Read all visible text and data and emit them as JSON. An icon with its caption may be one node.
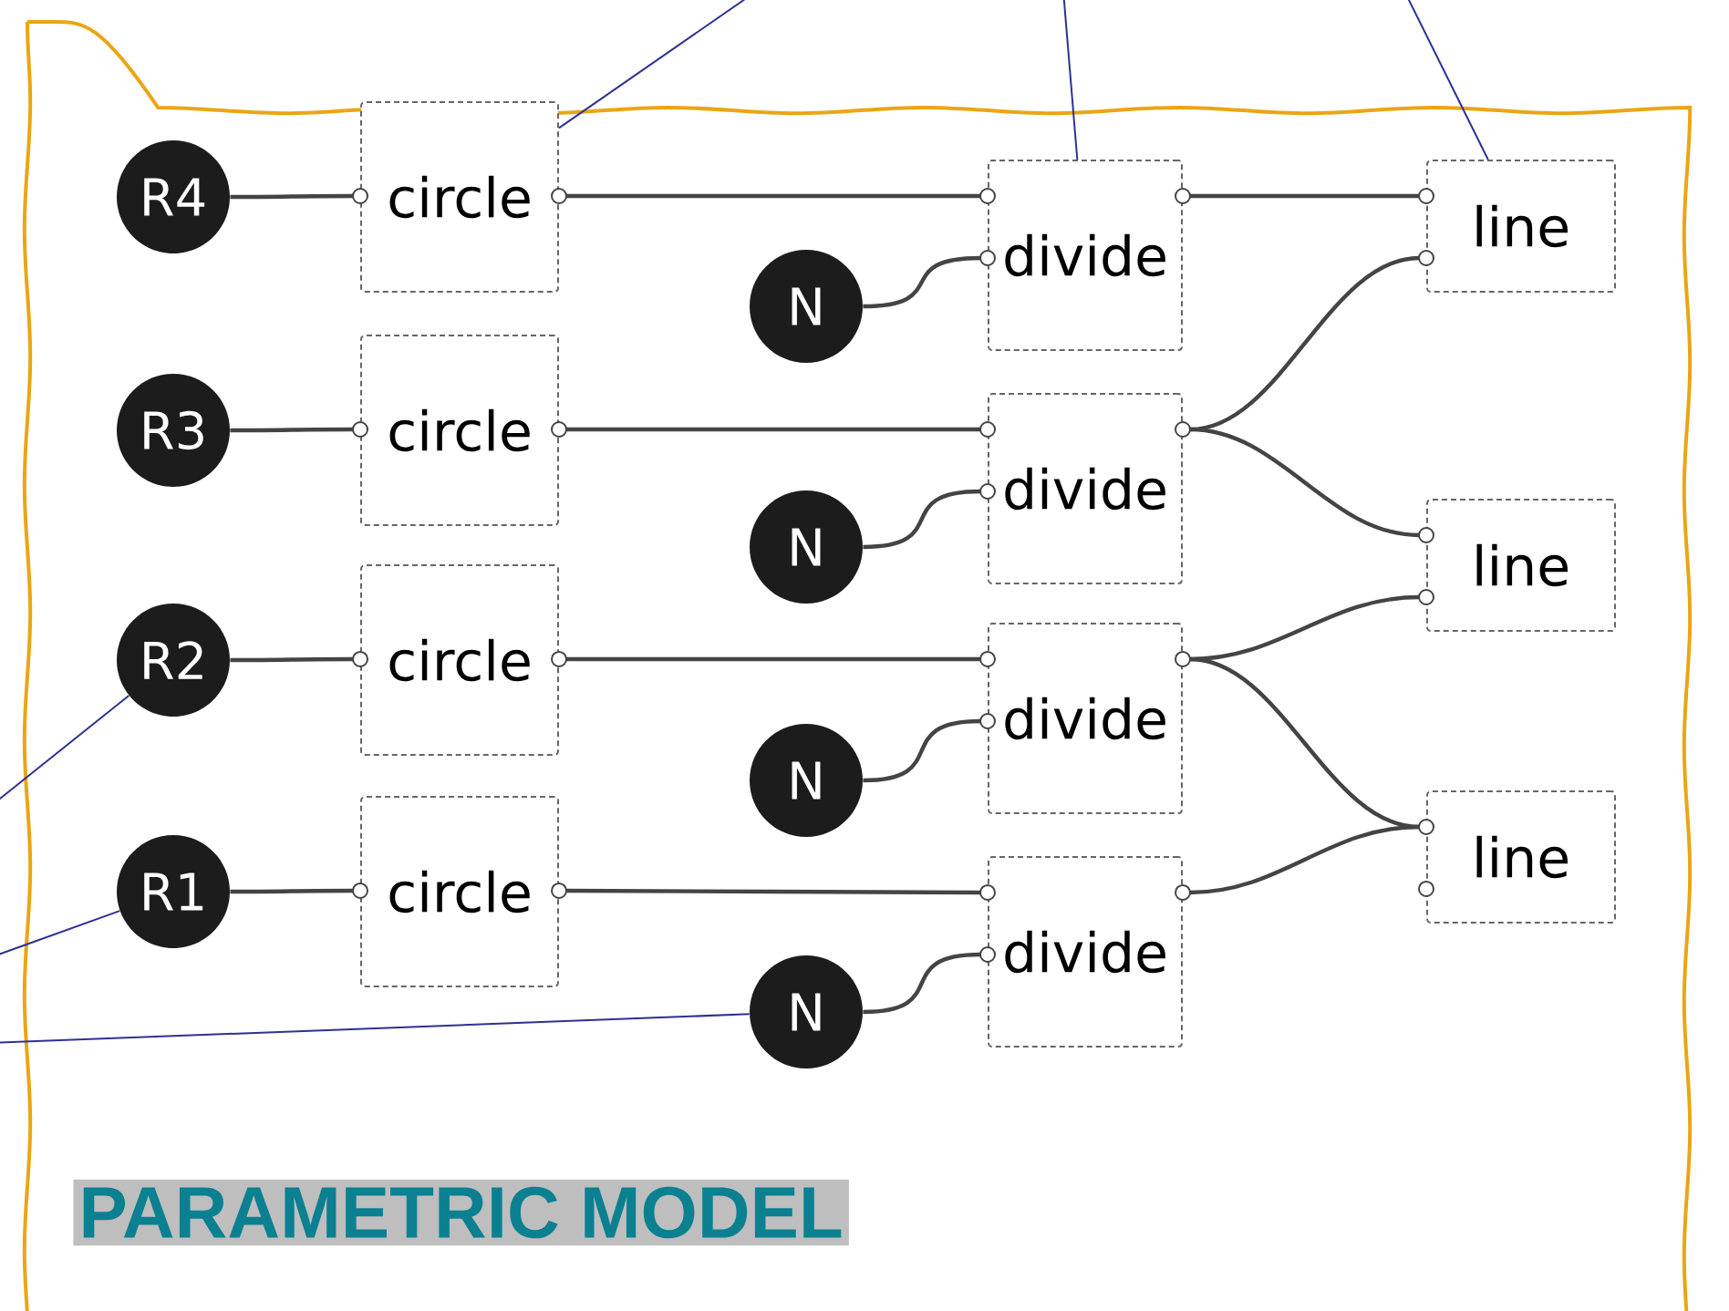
{
  "diagram": {
    "title": "PARAMETRIC MODEL",
    "nodes": [
      {
        "text": [
          "R4"
        ]
      },
      {
        "text": [
          "circle"
        ]
      },
      {
        "text": [
          "divide"
        ]
      },
      {
        "text": [
          "line"
        ]
      },
      {
        "text": [
          "N"
        ]
      },
      {
        "text": [
          "R3"
        ]
      },
      {
        "text": [
          "circle"
        ]
      },
      {
        "text": [
          "divide"
        ]
      },
      {
        "text": [
          "N"
        ]
      },
      {
        "text": [
          "line"
        ]
      },
      {
        "text": [
          "R2"
        ]
      },
      {
        "text": [
          "circle"
        ]
      },
      {
        "text": [
          "divide"
        ]
      },
      {
        "text": [
          "N"
        ]
      },
      {
        "text": [
          "R1"
        ]
      },
      {
        "text": [
          "circle"
        ]
      },
      {
        "text": [
          "divide"
        ]
      },
      {
        "text": [
          "line"
        ]
      },
      {
        "text": [
          "N"
        ]
      }
    ],
    "edges": [
      {
        "from": 0,
        "to": 1,
        "arrow": "none"
      },
      {
        "from": 1,
        "to": 2,
        "arrow": "none"
      },
      {
        "from": 4,
        "to": 2,
        "arrow": "none"
      },
      {
        "from": 2,
        "to": 3,
        "arrow": "none"
      },
      {
        "from": 7,
        "to": 3,
        "arrow": "none"
      },
      {
        "from": 5,
        "to": 6,
        "arrow": "none"
      },
      {
        "from": 6,
        "to": 7,
        "arrow": "none"
      },
      {
        "from": 8,
        "to": 7,
        "arrow": "none"
      },
      {
        "from": 7,
        "to": 9,
        "arrow": "none"
      },
      {
        "from": 12,
        "to": 9,
        "arrow": "none"
      },
      {
        "from": 10,
        "to": 11,
        "arrow": "none"
      },
      {
        "from": 11,
        "to": 12,
        "arrow": "none"
      },
      {
        "from": 13,
        "to": 12,
        "arrow": "none"
      },
      {
        "from": 12,
        "to": 17,
        "arrow": "none"
      },
      {
        "from": 14,
        "to": 15,
        "arrow": "none"
      },
      {
        "from": 15,
        "to": 16,
        "arrow": "none"
      },
      {
        "from": 18,
        "to": 16,
        "arrow": "none"
      },
      {
        "from": 16,
        "to": 17,
        "arrow": "none"
      },
      {
        "from": null,
        "to": 1,
        "arrow": "none",
        "color": "#2e3192"
      },
      {
        "from": null,
        "to": 2,
        "arrow": "none",
        "color": "#2e3192"
      },
      {
        "from": null,
        "to": 3,
        "arrow": "none",
        "color": "#2e3192"
      },
      {
        "from": null,
        "to": 10,
        "arrow": "none",
        "color": "#2e3192"
      },
      {
        "from": null,
        "to": 14,
        "arrow": "none",
        "color": "#2e3192"
      },
      {
        "from": null,
        "to": 18,
        "arrow": "none",
        "color": "#2e3192"
      }
    ]
  }
}
